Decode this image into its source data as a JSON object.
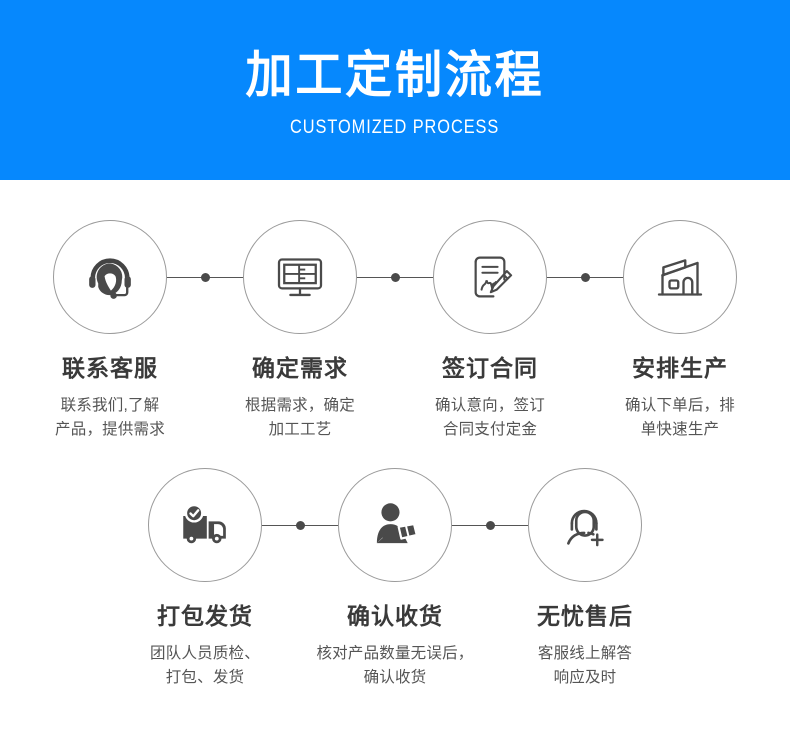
{
  "header": {
    "title": "加工定制流程",
    "subtitle": "CUSTOMIZED PROCESS",
    "background_color": "#0688fd",
    "text_color": "#ffffff"
  },
  "theme": {
    "circle_border_color": "#9a9a9a",
    "connector_color": "#555555",
    "connector_dot_color": "#4a4a4a",
    "title_color": "#3a3a3a",
    "desc_color": "#555555",
    "page_background": "#ffffff"
  },
  "rows": [
    {
      "steps": [
        {
          "icon": "headset-support-icon",
          "title": "联系客服",
          "desc": "联系我们,了解\n产品，提供需求"
        },
        {
          "icon": "monitor-blueprint-icon",
          "title": "确定需求",
          "desc": "根据需求，确定\n加工工艺"
        },
        {
          "icon": "contract-signing-icon",
          "title": "签订合同",
          "desc": "确认意向，签订\n合同支付定金"
        },
        {
          "icon": "factory-building-icon",
          "title": "安排生产",
          "desc": "确认下单后，排\n单快速生产"
        }
      ]
    },
    {
      "steps": [
        {
          "icon": "delivery-truck-check-icon",
          "title": "打包发货",
          "desc": "团队人员质检、\n打包、发货"
        },
        {
          "icon": "person-receiving-package-icon",
          "title": "确认收货",
          "desc": "核对产品数量无误后，\n确认收货"
        },
        {
          "icon": "support-agent-plus-icon",
          "title": "无忧售后",
          "desc": "客服线上解答\n响应及时"
        }
      ]
    }
  ]
}
